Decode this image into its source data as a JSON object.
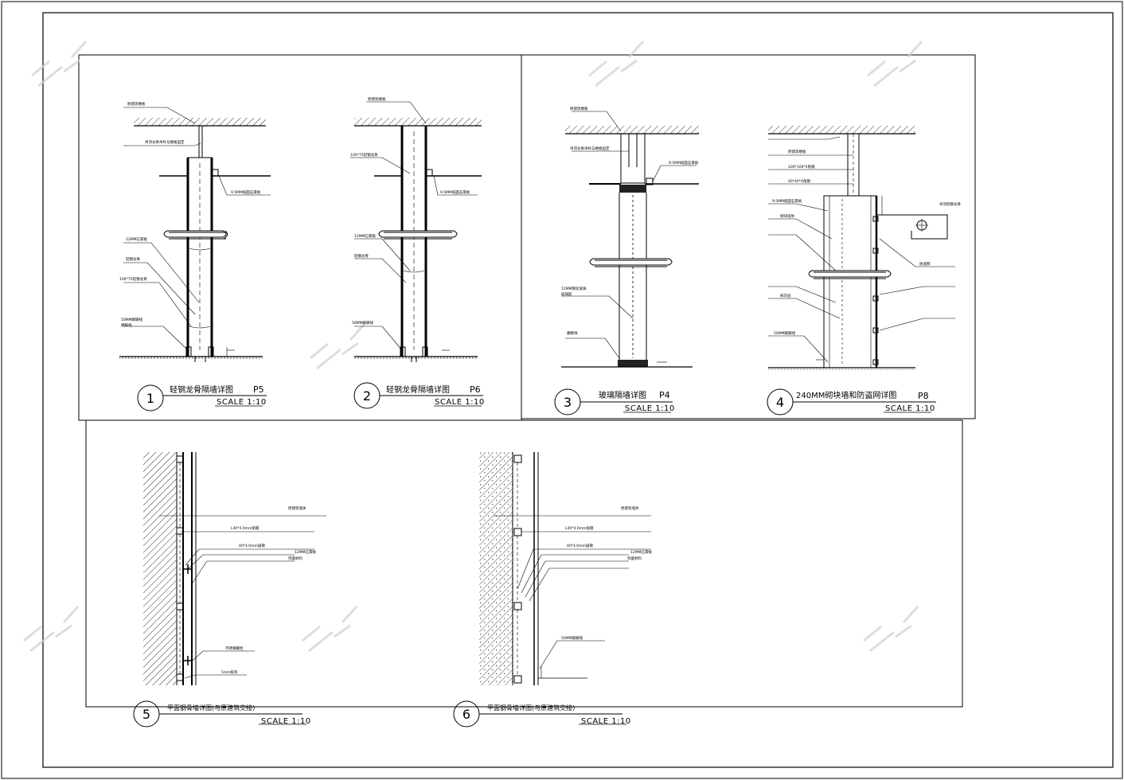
{
  "details": [
    {
      "number": "1",
      "title": "轻钢龙骨隔墙详图",
      "code": "P5",
      "scale": "SCALE 1:10"
    },
    {
      "number": "2",
      "title": "轻钢龙骨隔墙详图",
      "code": "P6",
      "scale": "SCALE 1:10"
    },
    {
      "number": "3",
      "title": "玻璃隔墙详图",
      "code": "P4",
      "scale": "SCALE 1:10"
    },
    {
      "number": "4",
      "title": "240MM砌块墙和防盗网详图",
      "code": "P8",
      "scale": "SCALE 1:10"
    },
    {
      "number": "5",
      "title": "平面钢骨墙详图(与原建筑交接)",
      "code": "",
      "scale": "SCALE 1:10"
    },
    {
      "number": "6",
      "title": "平面钢骨墙详图(与原建筑交接)",
      "code": "",
      "scale": "SCALE 1:10"
    }
  ],
  "annotations": {
    "d1": [
      "原建筑楼板",
      "吊顶龙骨吊杆与楼板固定",
      "9.5MM纸面石膏板",
      "12MM石膏板",
      "轻钢龙骨",
      "100*75轻钢龙骨",
      "50MM踢脚线",
      "踢脚线"
    ],
    "d2": [
      "原建筑楼板",
      "100*75轻钢龙骨",
      "9.5MM纸面石膏板",
      "12MM石膏板",
      "轻钢龙骨",
      "50MM踢脚线"
    ],
    "d3": [
      "原建筑楼板",
      "吊顶龙骨吊杆与楼板固定",
      "9.5MM纸面石膏板",
      "12MM钢化玻璃",
      "玻璃胶",
      "踢脚线"
    ],
    "d4": [
      "原建筑楼板",
      "100*100*5角钢",
      "40*40*4角钢",
      "吊顶轻钢龙骨",
      "防盗网",
      "9.5MM纸面石膏板",
      "砌块墙体",
      "抹灰层",
      "50MM踢脚线"
    ],
    "d5": [
      "原建筑墙体",
      "L40*4.0mm角钢",
      "40*4.0mm扁钢",
      "12MM石膏板",
      "饰面材料",
      "不锈钢螺栓",
      "5mm胶条"
    ],
    "d6": [
      "原建筑墙体",
      "L40*4.0mm角钢",
      "40*4.0mm扁钢",
      "12MM石膏板",
      "饰面材料",
      "50MM踢脚线"
    ]
  }
}
